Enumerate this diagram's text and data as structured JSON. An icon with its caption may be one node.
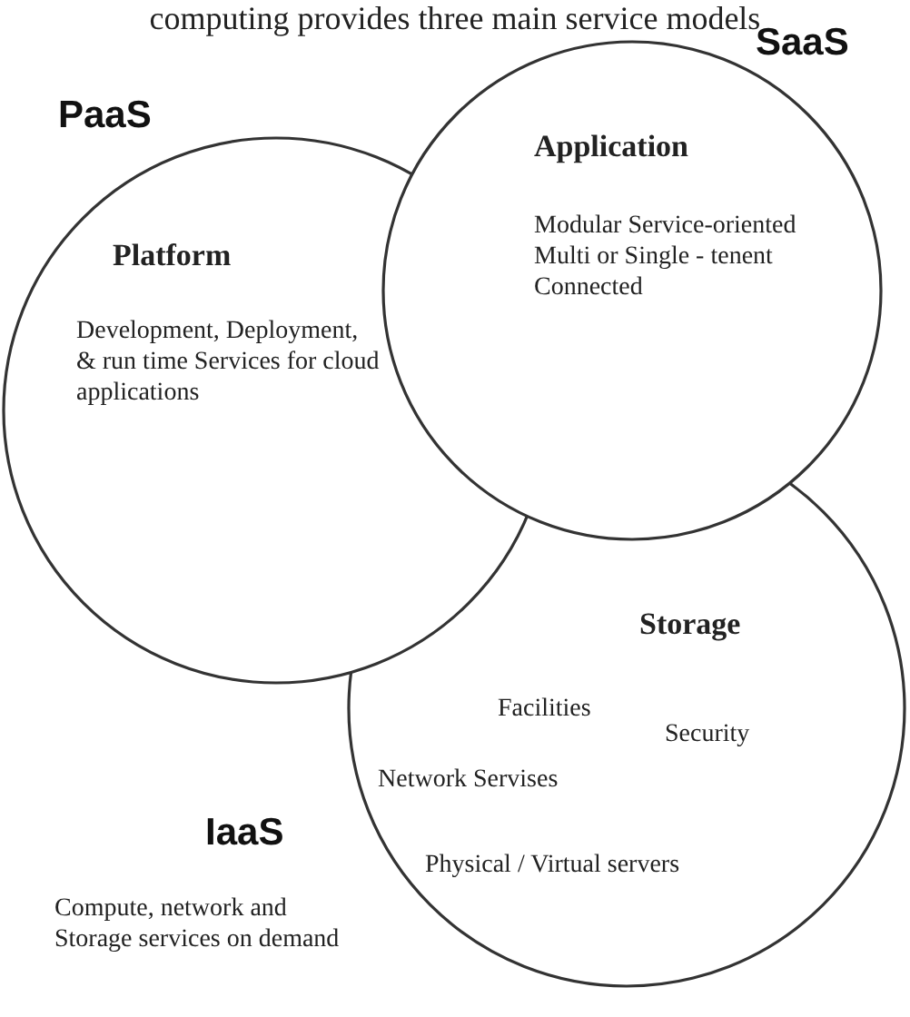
{
  "diagram": {
    "title": "computing provides three main service models",
    "nodes": [
      {
        "text": [
          "Storage",
          "Facilities",
          "Security",
          "Network Servises",
          "Physical / Virtual servers"
        ],
        "beside": [
          "IaaS",
          "Compute, network and Storage services on demand"
        ]
      },
      {
        "text": [
          "Platform",
          "Development, Deployment, & run time Services for cloud applications"
        ],
        "beside": [
          "PaaS"
        ]
      },
      {
        "text": [
          "Application",
          "Modular Service-oriented Multi or Single - tenent Connected"
        ],
        "beside": [
          "SaaS"
        ]
      }
    ],
    "edges": []
  }
}
